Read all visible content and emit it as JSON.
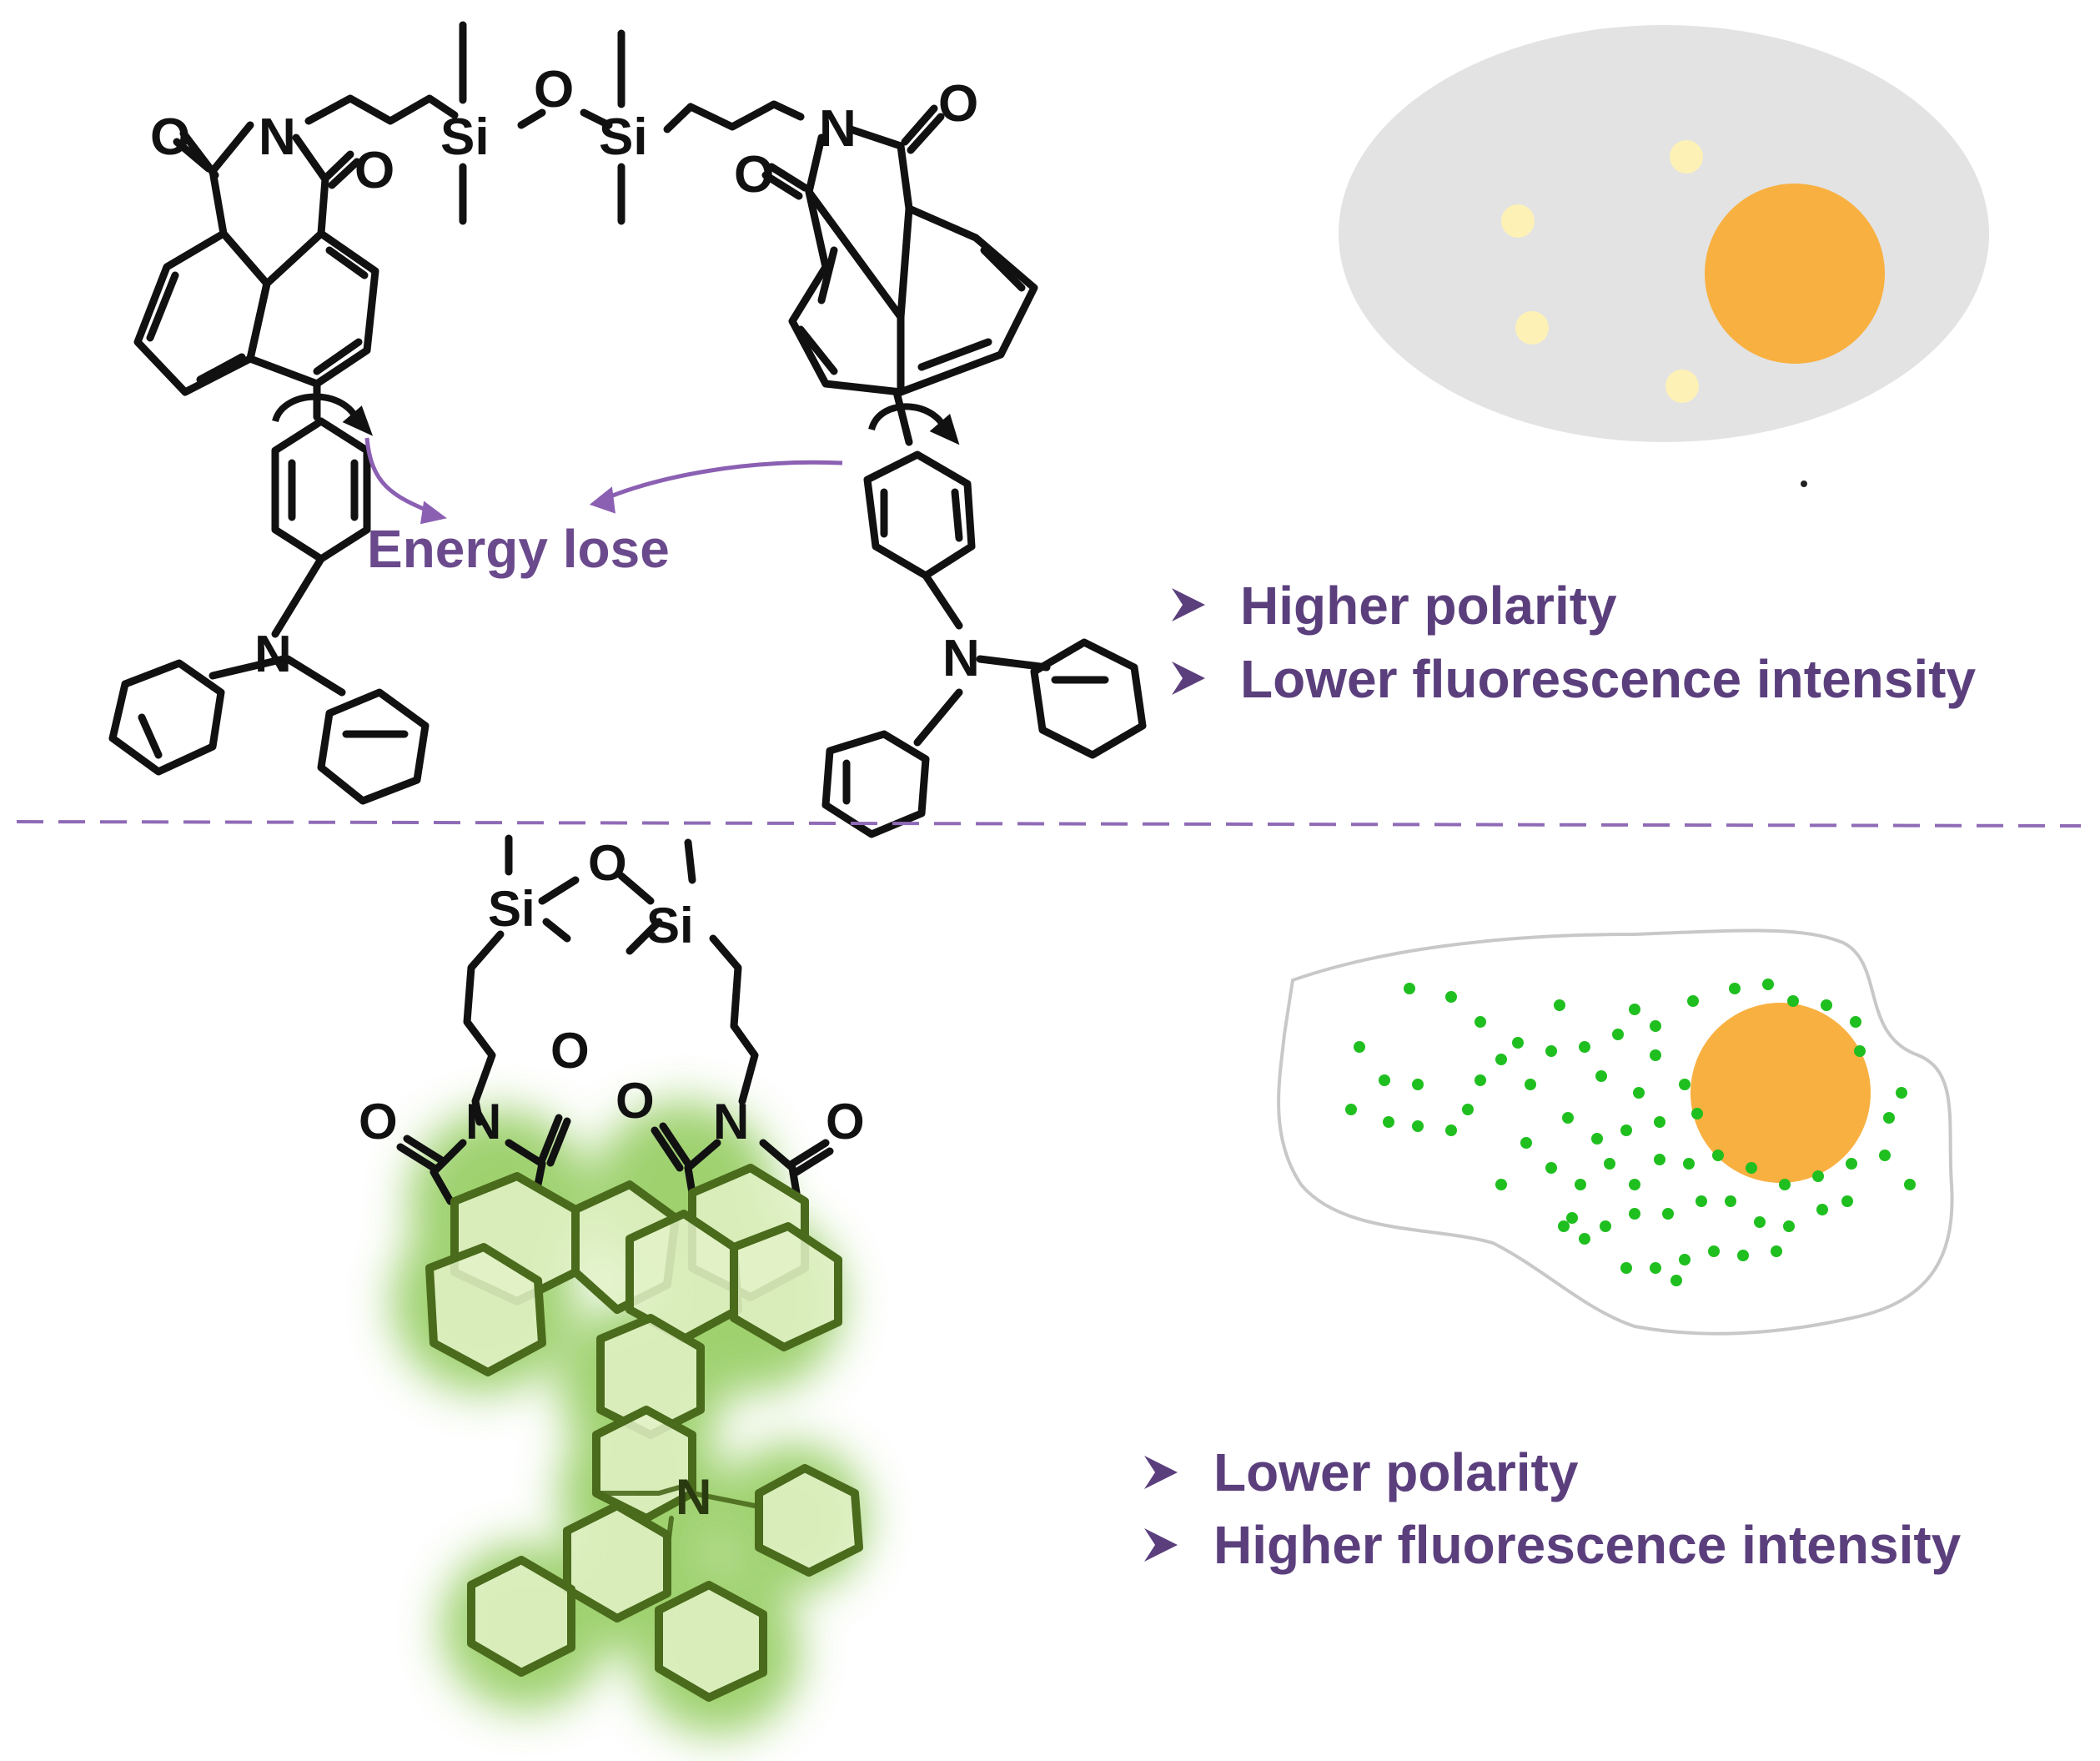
{
  "colors": {
    "accent_purple": "#5b3f7d",
    "bond_black": "#111111",
    "glow_green": "#7fc241",
    "ring_fill": "#e3f2c8",
    "nucleus_orange": "#f8b040",
    "cell_gray": "#e3e3e3",
    "droplet_yellow": "#fdf1b6",
    "droplet_green": "#1fbf1f",
    "divider": "#8f6bb6"
  },
  "top": {
    "energy_label": "Energy lose",
    "bullets": [
      "Higher polarity",
      "Lower fluorescence intensity"
    ]
  },
  "bottom": {
    "bullets": [
      "Lower polarity",
      "Higher fluorescence intensity"
    ]
  },
  "atoms": {
    "si": "Si",
    "o": "O",
    "n": "N"
  },
  "icons": {
    "bullet": "arrowhead-icon",
    "rotation": "rotation-arrow-icon"
  }
}
